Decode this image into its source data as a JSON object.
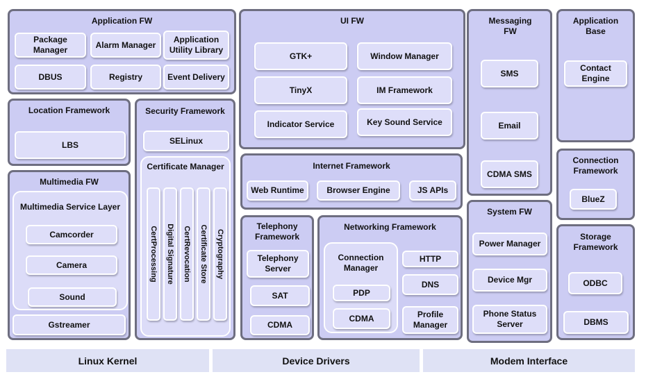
{
  "application_fw": {
    "title": "Application FW",
    "items": [
      "Package Manager",
      "Alarm Manager",
      "Application Utility Library",
      "DBUS",
      "Registry",
      "Event Delivery"
    ]
  },
  "ui_fw": {
    "title": "UI FW",
    "items": [
      "GTK+",
      "Window Manager",
      "TinyX",
      "IM Framework",
      "Indicator Service",
      "Key Sound Service"
    ]
  },
  "messaging_fw": {
    "title": "Messaging FW",
    "items": [
      "SMS",
      "Email",
      "CDMA SMS"
    ]
  },
  "application_base": {
    "title": "Application Base",
    "items": [
      "Contact Engine"
    ]
  },
  "location_framework": {
    "title": "Location Framework",
    "items": [
      "LBS"
    ]
  },
  "security_framework": {
    "title": "Security Framework",
    "selinux": "SELinux",
    "certificate_manager": {
      "title": "Certificate Manager",
      "items": [
        "CertProcessing",
        "Digital Signature",
        "CertRevocation",
        "Certificate Store",
        "Cryptography"
      ]
    }
  },
  "internet_framework": {
    "title": "Internet Framework",
    "items": [
      "Web Runtime",
      "Browser Engine",
      "JS APIs"
    ]
  },
  "connection_framework": {
    "title": "Connection Framework",
    "items": [
      "BlueZ"
    ]
  },
  "multimedia_fw": {
    "title": "Multimedia FW",
    "service_layer": {
      "title": "Multimedia Service Layer",
      "items": [
        "Camcorder",
        "Camera",
        "Sound"
      ]
    },
    "gstreamer": "Gstreamer"
  },
  "telephony_framework": {
    "title": "Telephony Framework",
    "items": [
      "Telephony Server",
      "SAT",
      "CDMA"
    ]
  },
  "networking_framework": {
    "title": "Networking Framework",
    "connection_manager": {
      "title": "Connection Manager",
      "items": [
        "PDP",
        "CDMA"
      ]
    },
    "items": [
      "HTTP",
      "DNS",
      "Profile Manager"
    ]
  },
  "system_fw": {
    "title": "System FW",
    "items": [
      "Power Manager",
      "Device Mgr",
      "Phone Status Server"
    ]
  },
  "storage_framework": {
    "title": "Storage Framework",
    "items": [
      "ODBC",
      "DBMS"
    ]
  },
  "bottom_layer": [
    "Linux Kernel",
    "Device Drivers",
    "Modem Interface"
  ],
  "colors": {
    "panel": "#ccccf3",
    "panel_border": "#6e6e80",
    "box": "#dedef9",
    "bar": "#dfe2f5"
  }
}
